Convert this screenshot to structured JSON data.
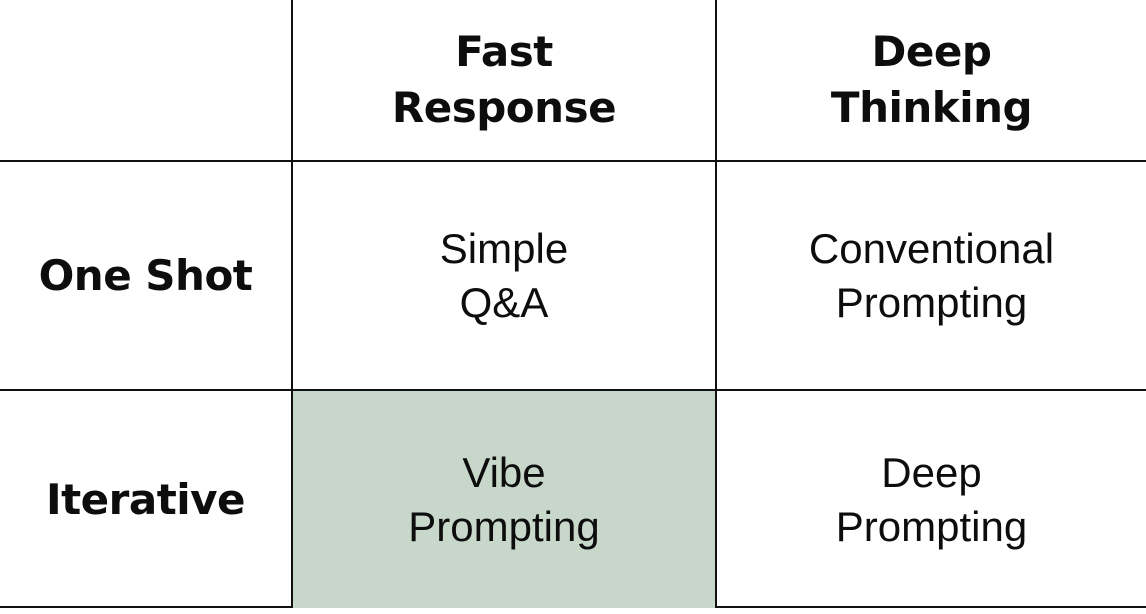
{
  "theme": {
    "background": "#ffffff",
    "grid_line_color": "#111111",
    "text_color": "#0d0d0d",
    "highlight_color": "#c7d8cb"
  },
  "matrix": {
    "column_headers": [
      {
        "lines": [
          "Fast",
          "Response"
        ]
      },
      {
        "lines": [
          "Deep",
          "Thinking"
        ]
      }
    ],
    "row_headers": [
      {
        "label": "One Shot"
      },
      {
        "label": "Iterative"
      }
    ],
    "cells": [
      [
        {
          "lines": [
            "Simple",
            "Q&A"
          ],
          "highlighted": false
        },
        {
          "lines": [
            "Conventional",
            "Prompting"
          ],
          "highlighted": false
        }
      ],
      [
        {
          "lines": [
            "Vibe",
            "Prompting"
          ],
          "highlighted": true
        },
        {
          "lines": [
            "Deep",
            "Prompting"
          ],
          "highlighted": false
        }
      ]
    ]
  }
}
